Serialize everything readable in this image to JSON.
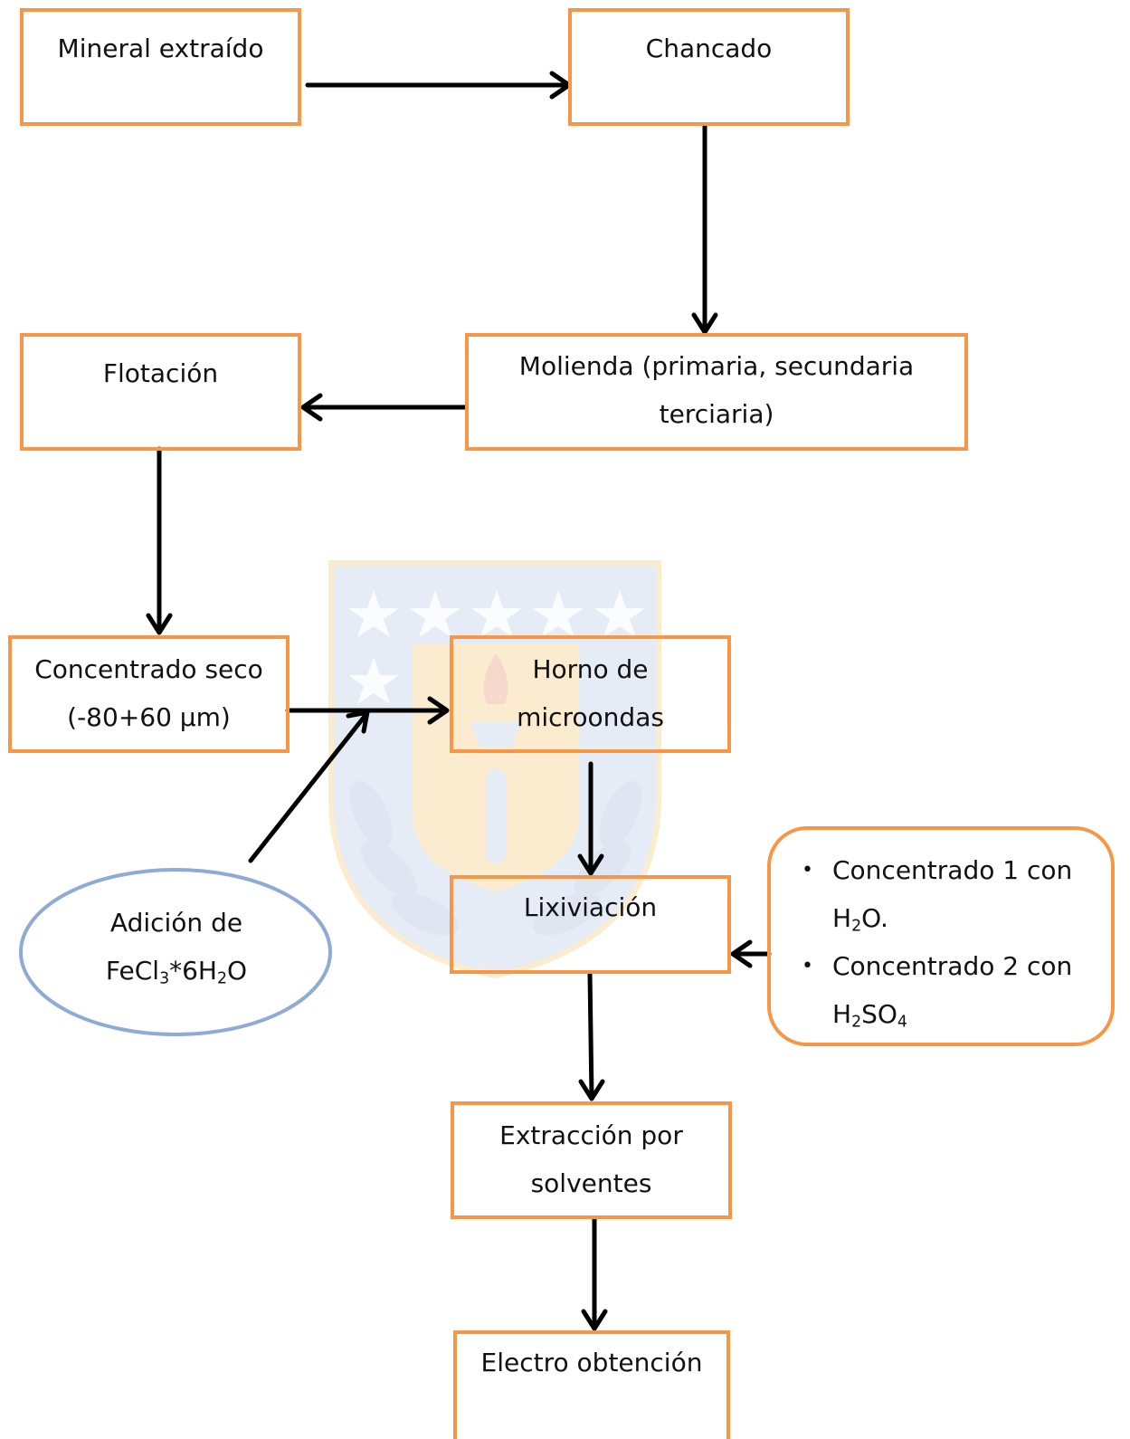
{
  "colors": {
    "box_border": "#f79646",
    "ellipse_border": "#8eaad6",
    "arrow": "#000000",
    "watermark_blue": "#dfe6f2",
    "watermark_gold": "#fbeccf"
  },
  "nodes": {
    "mineral": {
      "line1": "Mineral extraído"
    },
    "chancado": {
      "line1": "Chancado"
    },
    "molienda": {
      "line1": "Molienda (primaria, secundaria",
      "line2": "terciaria)"
    },
    "flotacion": {
      "line1": "Flotación"
    },
    "concentrado": {
      "line1": "Concentrado seco",
      "line2": "(-80+60 µm)"
    },
    "horno": {
      "line1": "Horno de",
      "line2": "microondas"
    },
    "lixiviacion": {
      "line1": "Lixiviación"
    },
    "extraccion": {
      "line1": "Extracción por",
      "line2": "solventes"
    },
    "electro": {
      "line1": "Electro obtención"
    }
  },
  "additive": {
    "line1": "Adición de",
    "formula": {
      "a": "FeCl",
      "sub1": "3",
      "b": "*6H",
      "sub2": "2",
      "c": "O"
    }
  },
  "conditions": {
    "item1": {
      "text_line1": "Concentrado 1 con",
      "f_a": "H",
      "f_sub": "2",
      "f_b": "O."
    },
    "item2": {
      "text_line1": "Concentrado 2 con",
      "f_a": "H",
      "f_sub1": "2",
      "f_b": "SO",
      "f_sub2": "4"
    },
    "bullet_glyph": "•"
  }
}
